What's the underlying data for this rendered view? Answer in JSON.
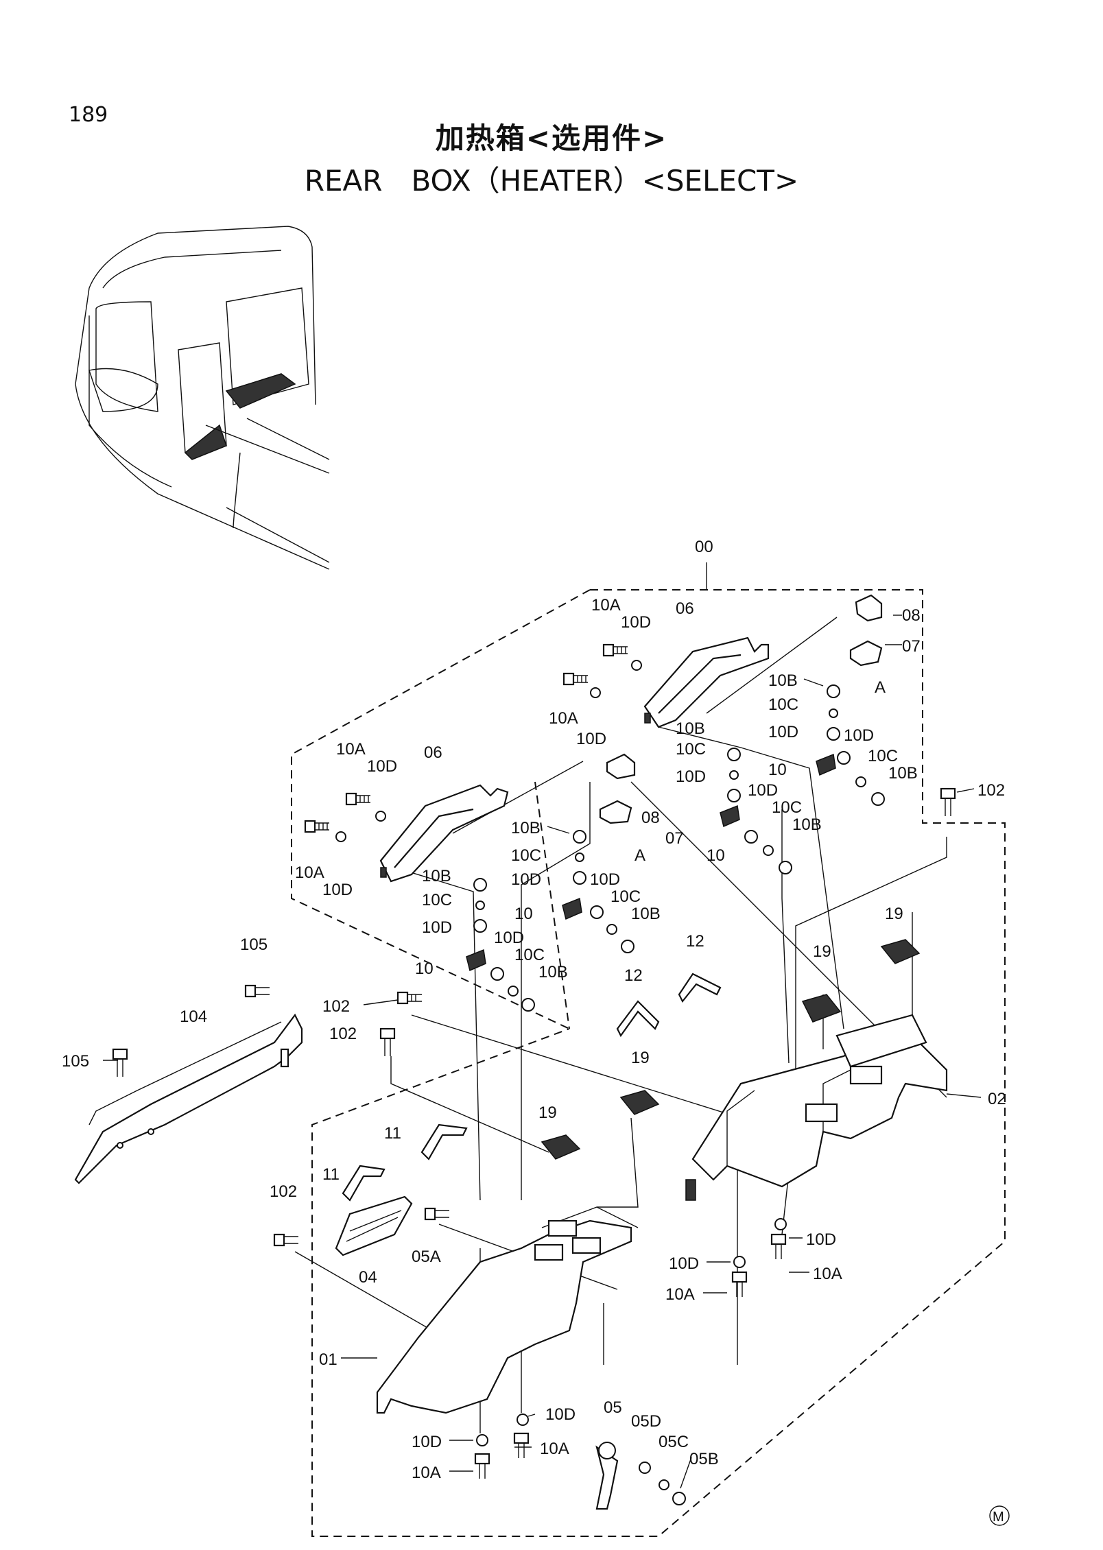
{
  "page_number": "189",
  "title_cn": "加热箱<选用件>",
  "title_en": "REAR　BOX（HEATER）<SELECT>",
  "mark": "M",
  "callouts": {
    "c00": "00",
    "c01": "01",
    "c02": "02",
    "c04": "04",
    "c05": "05",
    "c05A": "05A",
    "c05B": "05B",
    "c05C": "05C",
    "c05D": "05D",
    "c06": "06",
    "c07": "07",
    "c08": "08",
    "c10": "10",
    "c10A": "10A",
    "c10B": "10B",
    "c10C": "10C",
    "c10D": "10D",
    "c11": "11",
    "c12": "12",
    "c19": "19",
    "c102": "102",
    "c104": "104",
    "c105": "105",
    "cA": "A"
  }
}
